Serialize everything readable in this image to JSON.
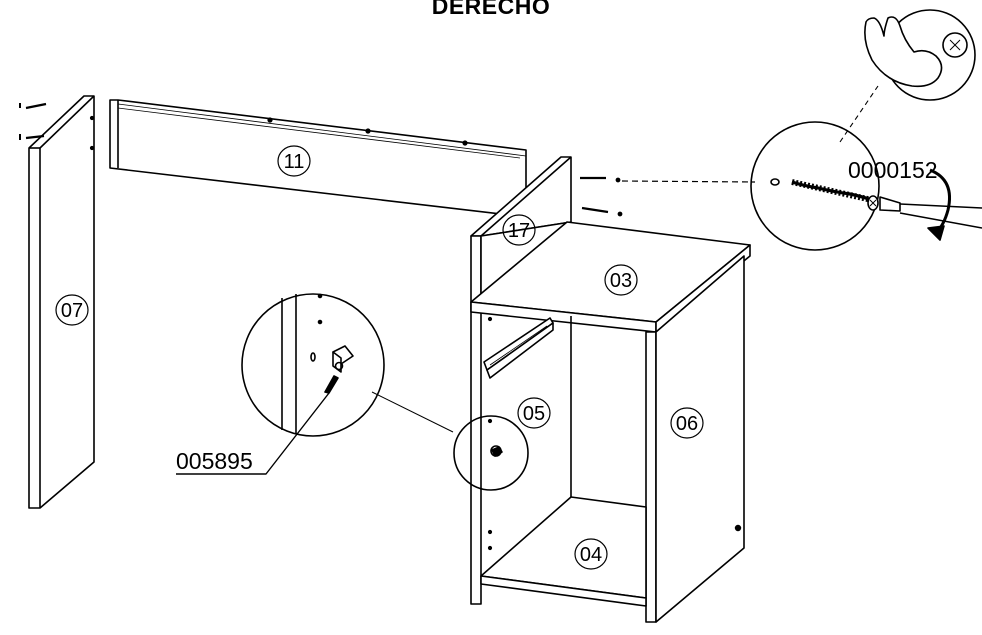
{
  "title": "DERECHO",
  "part_labels": [
    "11",
    "07",
    "17",
    "03",
    "05",
    "06",
    "04"
  ],
  "hardware_codes": [
    "0000152",
    "005895"
  ]
}
